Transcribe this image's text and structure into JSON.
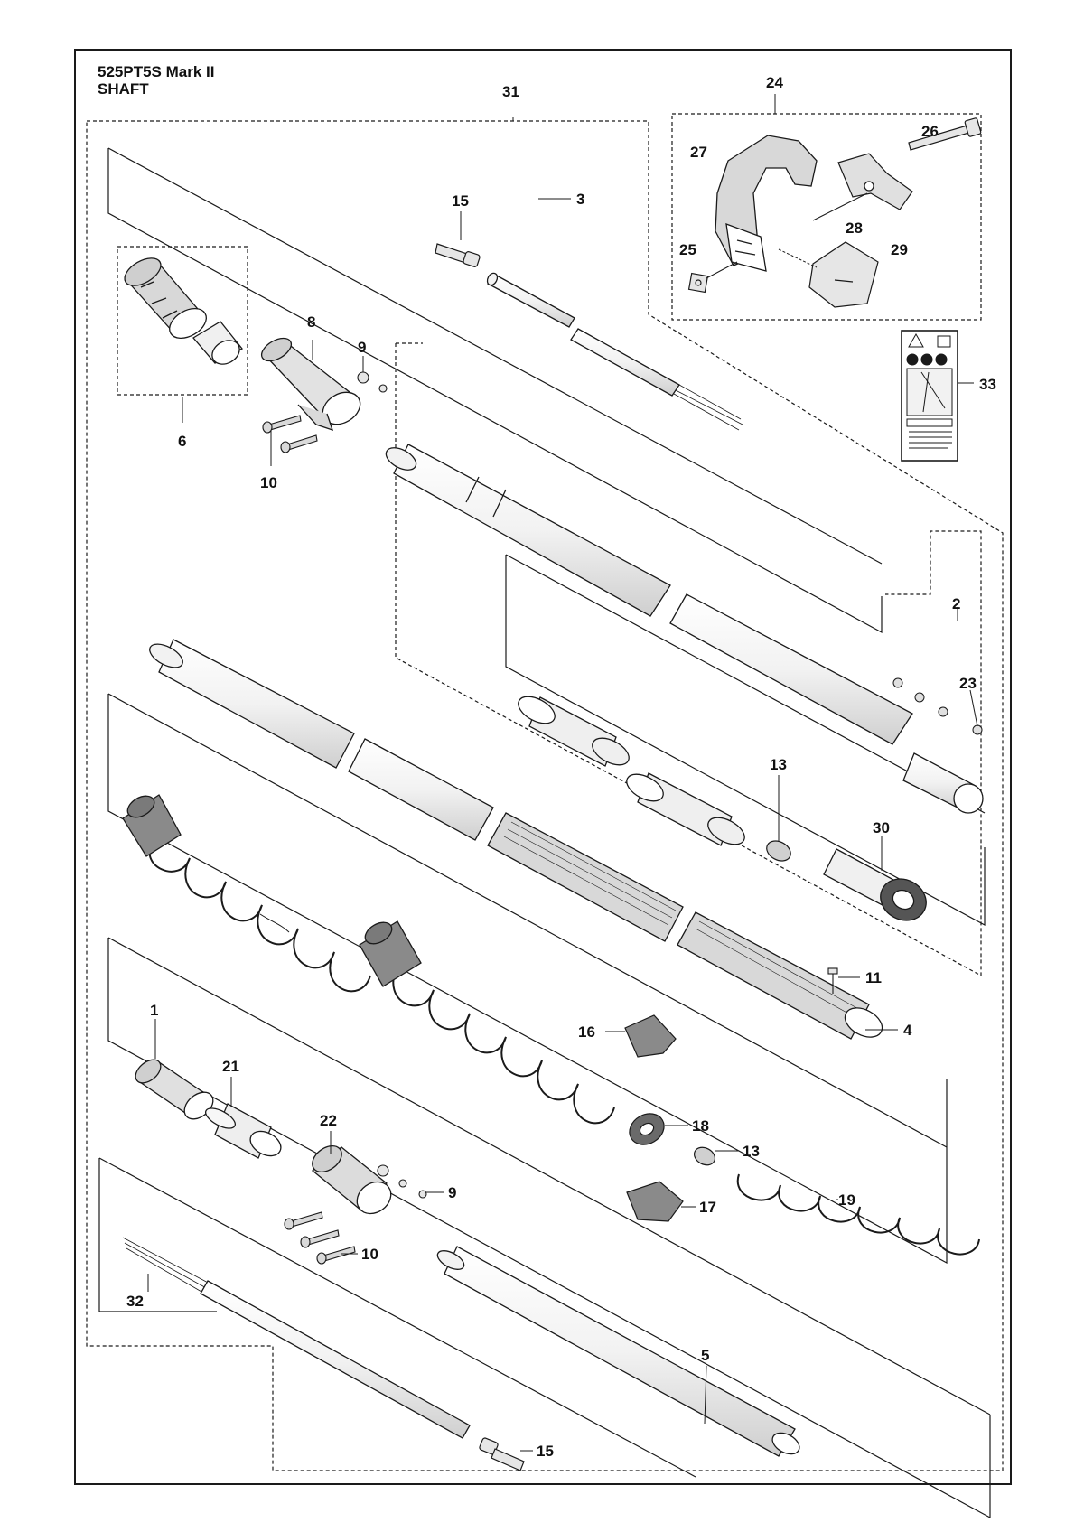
{
  "header": {
    "model": "525PT5S Mark II",
    "section": "SHAFT"
  },
  "callouts": {
    "c1": "1",
    "c2": "2",
    "c3": "3",
    "c4": "4",
    "c5": "5",
    "c6": "6",
    "c8": "8",
    "c9a": "9",
    "c9b": "9",
    "c10a": "10",
    "c10b": "10",
    "c11": "11",
    "c13a": "13",
    "c13b": "13",
    "c15a": "15",
    "c15b": "15",
    "c16": "16",
    "c17": "17",
    "c18": "18",
    "c19": "19",
    "c21": "21",
    "c22": "22",
    "c23": "23",
    "c24": "24",
    "c25": "25",
    "c26": "26",
    "c27": "27",
    "c28": "28",
    "c29": "29",
    "c30": "30",
    "c31": "31",
    "c32": "32",
    "c33": "33"
  },
  "colors": {
    "line": "#1a1a1a",
    "part_fill": "#e6e6e6",
    "part_dark": "#8a8a8a"
  }
}
